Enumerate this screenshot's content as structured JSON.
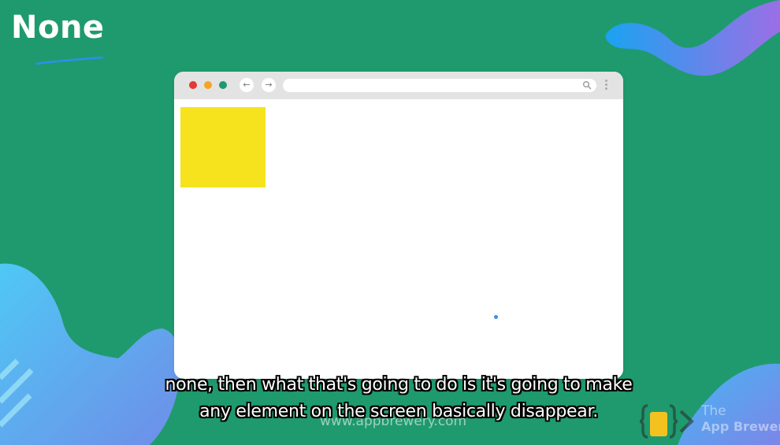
{
  "slide": {
    "title": "None"
  },
  "browser": {
    "nav_back_glyph": "←",
    "nav_forward_glyph": "→",
    "colors": {
      "close": "#e53935",
      "minimize": "#f5a623",
      "maximize": "#1f9a6e",
      "box": "#f6e31e"
    }
  },
  "subtitle": {
    "line1": "none, then what that's going to do is it's going to make",
    "line2": "any element on the screen basically disappear."
  },
  "watermark": {
    "text": "www.appbrewery.com"
  },
  "brand": {
    "line1": "The",
    "line2": "App Brewery"
  },
  "colors": {
    "background": "#1f9a6e",
    "accent_blue": "#3a8ee6",
    "accent_yellow": "#f6e31e"
  }
}
